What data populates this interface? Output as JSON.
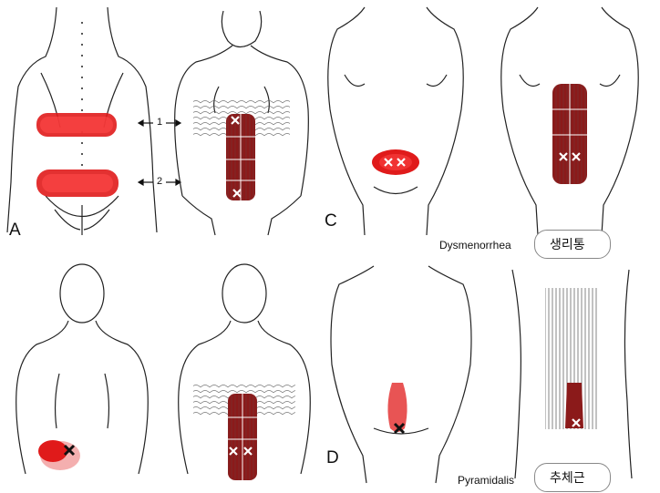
{
  "panels": {
    "a": {
      "letter": "A",
      "arrow_labels": [
        "1",
        "2"
      ]
    },
    "c": {
      "letter": "C",
      "caption": "Dysmenorrhea",
      "caption_korean": "생리통"
    },
    "d": {
      "letter": "D",
      "caption": "Pyramidalis",
      "caption_korean": "추체근"
    }
  },
  "colors": {
    "muscle": "#8b1a1a",
    "referral": "#e01b1b",
    "line": "#222222",
    "marker": "#ffffff"
  }
}
